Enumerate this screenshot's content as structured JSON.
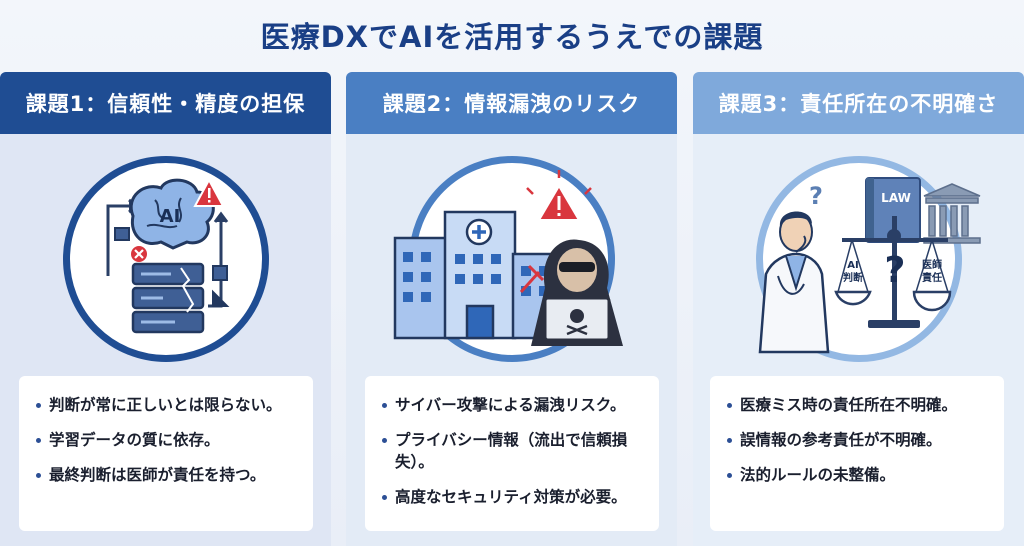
{
  "page": {
    "title": "医療DXでAIを活用するうえでの課題"
  },
  "panels": [
    {
      "heading": "課題1：信頼性・精度の担保",
      "illustration": {
        "icons": [
          "brain-icon",
          "warning-icon",
          "server-icon",
          "error-icon",
          "puzzle-piece-icon",
          "cycle-arrow-icon"
        ],
        "label": "AI"
      },
      "bullets": [
        "判断が常に正しいとは限らない。",
        "学習データの質に依存。",
        "最終判断は医師が責任を持つ。"
      ]
    },
    {
      "heading": "課題2：情報漏洩のリスク",
      "illustration": {
        "icons": [
          "hospital-icon",
          "warning-icon",
          "hacker-icon",
          "laptop-skull-icon",
          "broken-link-icon"
        ]
      },
      "bullets": [
        "サイバー攻撃による漏洩リスク。",
        "プライバシー情報（流出で信頼損失）。",
        "高度なセキュリティ対策が必要。"
      ]
    },
    {
      "heading": "課題3：責任所在の不明確さ",
      "illustration": {
        "icons": [
          "doctor-icon",
          "question-icon",
          "law-book-icon",
          "courthouse-icon",
          "scale-icon"
        ],
        "book_label": "LAW",
        "scale_left": [
          "AI",
          "判断"
        ],
        "scale_right": [
          "医師",
          "責任"
        ],
        "question": "?"
      },
      "bullets": [
        "医療ミス時の責任所在不明確。",
        "誤情報の参考責任が不明確。",
        "法的ルールの未整備。"
      ]
    }
  ],
  "colors": {
    "title": "#1a3f86",
    "panel1_head": "#1f4d93",
    "panel2_head": "#4a7fc3",
    "panel3_head": "#7fa9db",
    "warning": "#d9363e"
  }
}
